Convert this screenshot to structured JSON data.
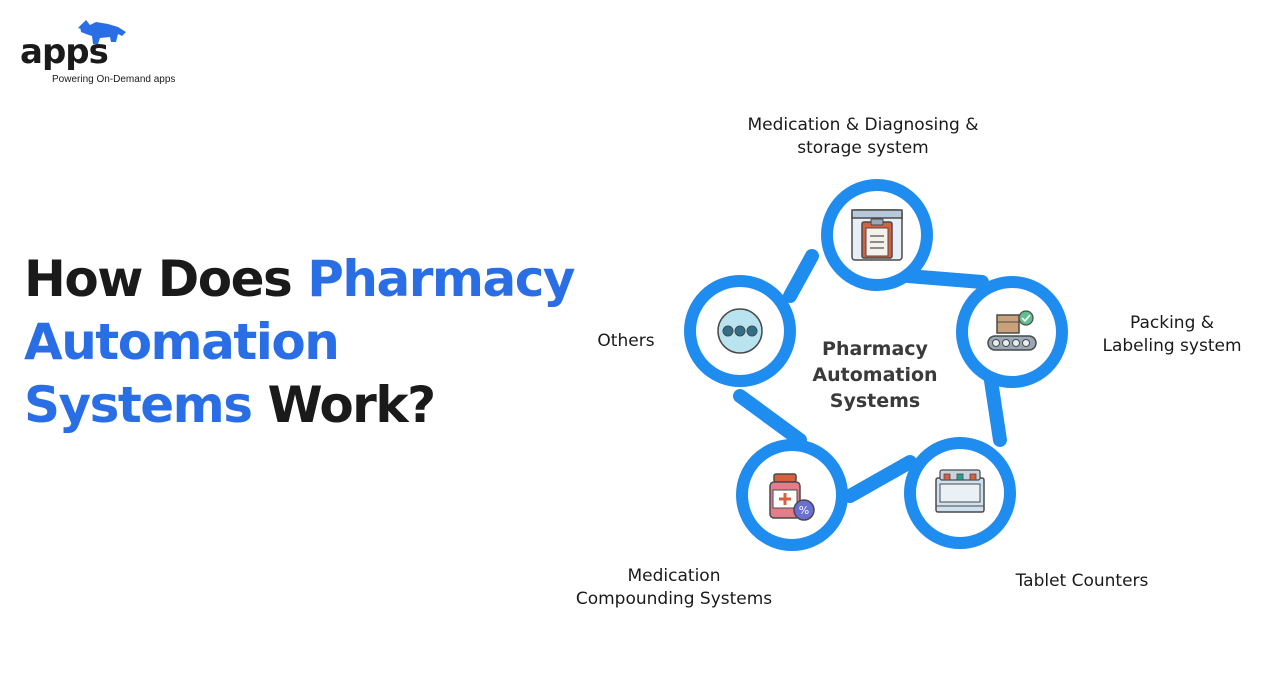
{
  "brand": {
    "wordmark": "apps",
    "tagline": "Powering On-Demand apps",
    "accent_color": "#2a6ee6"
  },
  "headline": {
    "part1": "How Does ",
    "part2": "Pharmacy Automation Systems",
    "part3": " Work?",
    "line1_dark": "How Does ",
    "line1_blue": "Pharmacy",
    "line2_blue": "Automation",
    "line3_blue": "Systems",
    "line3_dark": " Work?"
  },
  "diagram": {
    "ring_color": "#1f8cf0",
    "center": [
      "Pharmacy",
      "Automation",
      "Systems"
    ],
    "nodes": [
      {
        "label_lines": [
          "Medication & Diagnosing &",
          "storage system"
        ],
        "icon": "clipboard-icon"
      },
      {
        "label_lines": [
          "Packing &",
          "Labeling system"
        ],
        "icon": "conveyor-box-icon"
      },
      {
        "label_lines": [
          "Tablet Counters"
        ],
        "icon": "tablet-counter-icon"
      },
      {
        "label_lines": [
          "Medication",
          "Compounding Systems"
        ],
        "icon": "medicine-bottle-icon"
      },
      {
        "label_lines": [
          "Others"
        ],
        "icon": "more-dots-icon"
      }
    ]
  }
}
